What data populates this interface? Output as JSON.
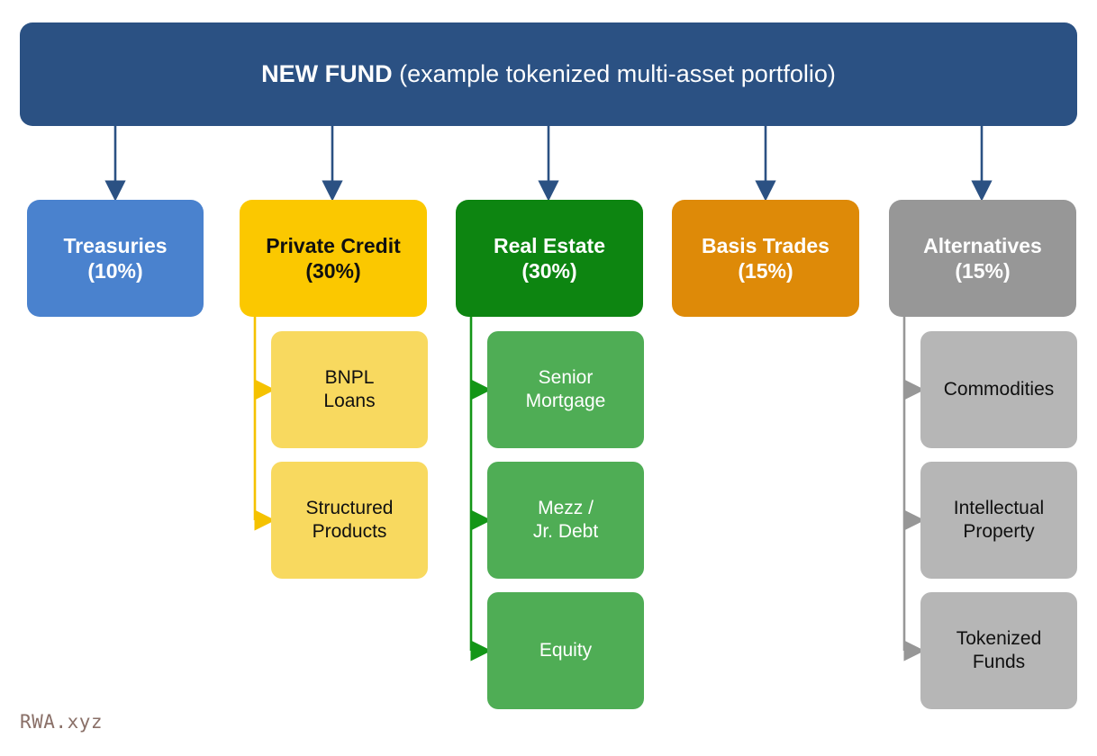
{
  "diagram": {
    "title_strong": "NEW FUND",
    "title_rest": " (example tokenized multi-asset portfolio)",
    "watermark": "RWA.xyz",
    "colors": {
      "root_fill": "#2b5183",
      "root_text": "#ffffff",
      "connector_root": "#2b5183",
      "background": "#ffffff",
      "watermark_text": "#8a7068"
    },
    "categories": [
      {
        "name": "Treasuries",
        "percent": "(10%)",
        "fill": "#4a82ce",
        "text": "#ffffff",
        "connector": "#4a82ce",
        "children": []
      },
      {
        "name": "Private Credit",
        "percent": "(30%)",
        "fill": "#fbc800",
        "text": "#101010",
        "connector": "#f5c200",
        "children": [
          {
            "label_line1": "BNPL",
            "label_line2": "Loans",
            "fill": "#f8d95f",
            "text": "#101010"
          },
          {
            "label_line1": "Structured",
            "label_line2": "Products",
            "fill": "#f8d95f",
            "text": "#101010"
          }
        ]
      },
      {
        "name": "Real Estate",
        "percent": "(30%)",
        "fill": "#0d8511",
        "text": "#ffffff",
        "connector": "#139617",
        "children": [
          {
            "label_line1": "Senior",
            "label_line2": "Mortgage",
            "fill": "#4fad55",
            "text": "#ffffff"
          },
          {
            "label_line1": "Mezz /",
            "label_line2": "Jr. Debt",
            "fill": "#4fad55",
            "text": "#ffffff"
          },
          {
            "label_line1": "Equity",
            "label_line2": "",
            "fill": "#4fad55",
            "text": "#ffffff"
          }
        ]
      },
      {
        "name": "Basis Trades",
        "percent": "(15%)",
        "fill": "#de8a08",
        "text": "#ffffff",
        "connector": "#de8a08",
        "children": []
      },
      {
        "name": "Alternatives",
        "percent": "(15%)",
        "fill": "#979797",
        "text": "#ffffff",
        "connector": "#979797",
        "children": [
          {
            "label_line1": "Commodities",
            "label_line2": "",
            "fill": "#b6b6b6",
            "text": "#101010"
          },
          {
            "label_line1": "Intellectual",
            "label_line2": "Property",
            "fill": "#b6b6b6",
            "text": "#101010"
          },
          {
            "label_line1": "Tokenized",
            "label_line2": "Funds",
            "fill": "#b6b6b6",
            "text": "#101010"
          }
        ]
      }
    ]
  }
}
